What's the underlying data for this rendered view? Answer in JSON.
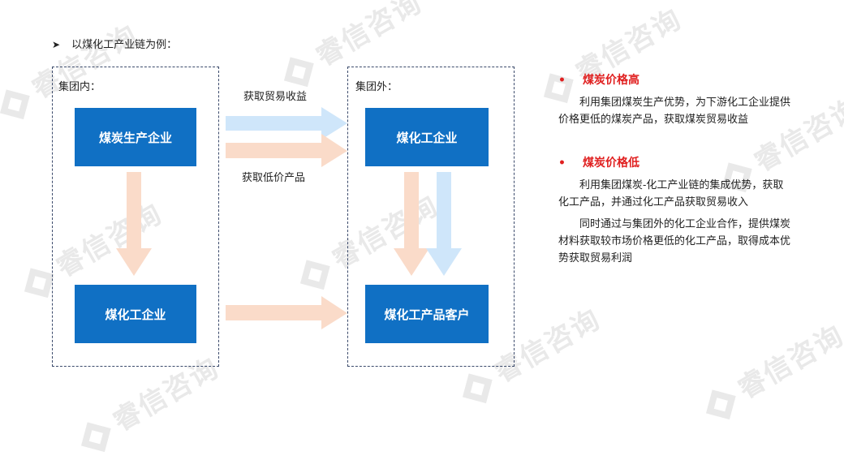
{
  "watermark": {
    "text": "睿信咨询"
  },
  "heading": {
    "bullet": "➤",
    "text": "以煤化工产业链为例："
  },
  "groups": {
    "inner": {
      "label": "集团内："
    },
    "outer": {
      "label": "集团外："
    }
  },
  "boxes": {
    "coal_producer": "煤炭生产企业",
    "coal_chem_inner": "煤化工企业",
    "coal_chem_outer": "煤化工企业",
    "chem_customer": "煤化工产品客户"
  },
  "arrow_labels": {
    "trade_income": "获取贸易收益",
    "low_price_products": "获取低价产品"
  },
  "colors": {
    "box_blue": "#1070c4",
    "arrow_orange": "#fadbc9",
    "arrow_blue": "#cfe6fa",
    "title_red": "#e02020",
    "dash_border": "#3b4a6b"
  },
  "right_panel": {
    "section1": {
      "bullet": "•",
      "title": "煤炭价格高",
      "paragraph": "利用集团煤炭生产优势，为下游化工企业提供价格更低的煤炭产品，获取煤炭贸易收益"
    },
    "section2": {
      "bullet": "•",
      "title": "煤炭价格低",
      "paragraph1": "利用集团煤炭-化工产业链的集成优势，获取化工产品，并通过化工产品获取贸易收入",
      "paragraph2": "同时通过与集团外的化工企业合作，提供煤炭材料获取较市场价格更低的化工产品，取得成本优势获取贸易利润"
    }
  }
}
